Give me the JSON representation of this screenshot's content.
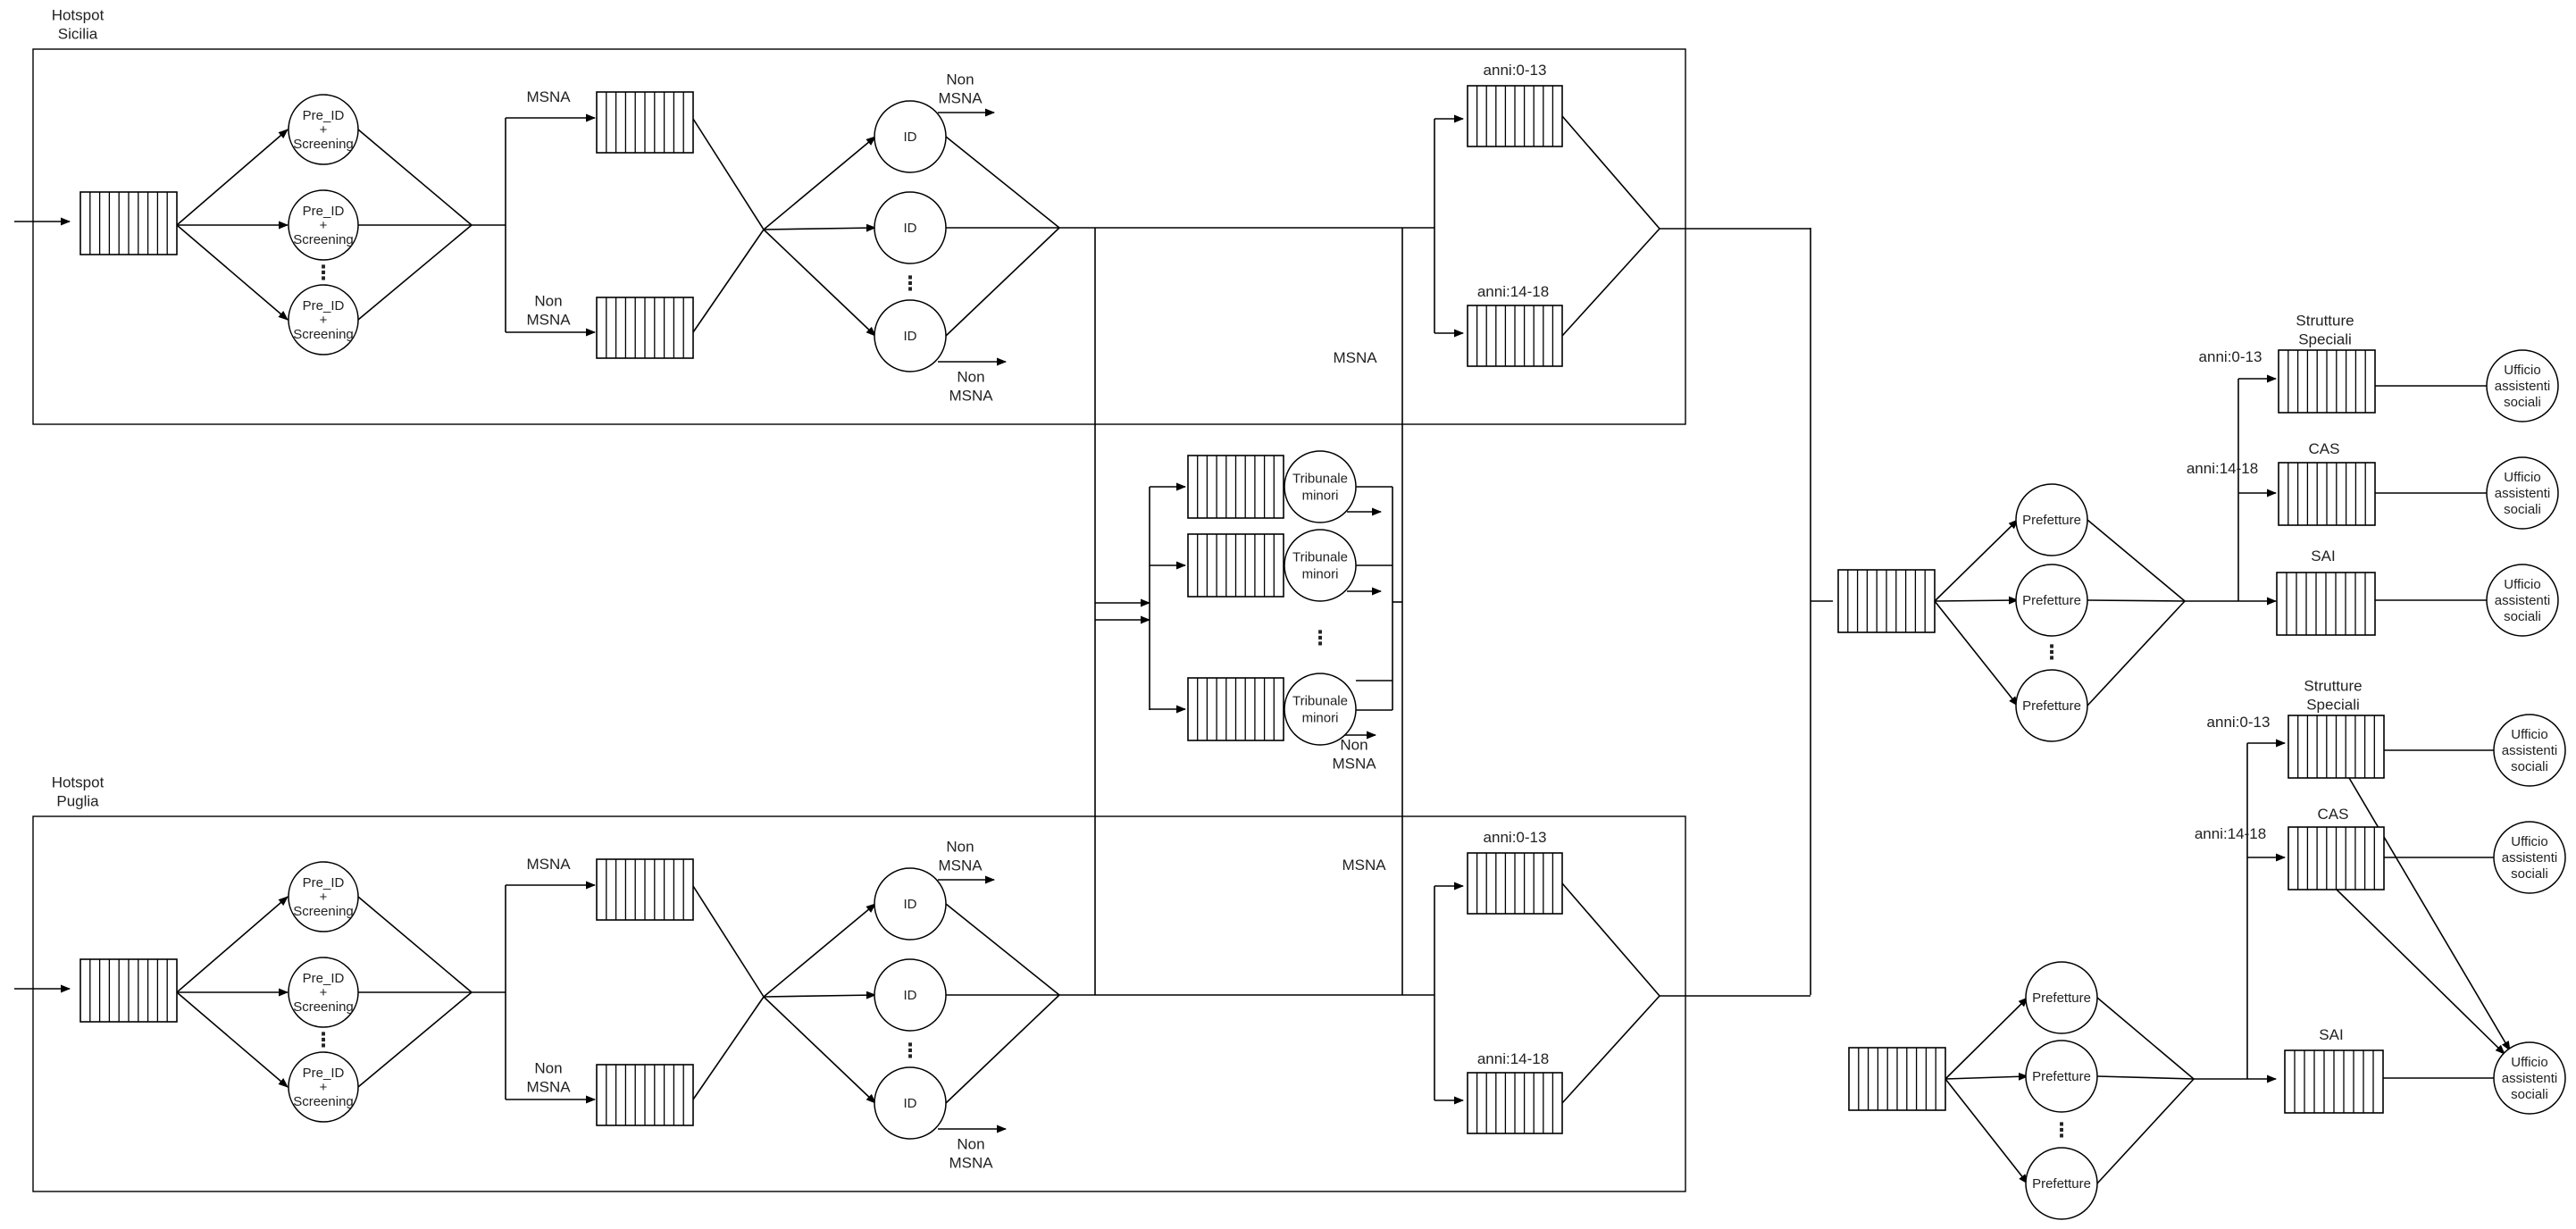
{
  "regions": [
    {
      "id": "sicilia",
      "label": [
        "Hotspot",
        "Sicilia"
      ]
    },
    {
      "id": "puglia",
      "label": [
        "Hotspot",
        "Puglia"
      ]
    }
  ],
  "node_labels": {
    "pre_id": [
      "Pre_ID",
      "+",
      "Screening"
    ],
    "id": [
      "ID"
    ],
    "tribunale": [
      "Tribunale",
      "minori"
    ],
    "prefetture": [
      "Prefetture"
    ],
    "ufficio": [
      "Ufficio",
      "assistenti",
      "sociali"
    ]
  },
  "edge_labels": {
    "msna": "MSNA",
    "non_msna": [
      "Non",
      "MSNA"
    ],
    "anni_0_13": "anni:0-13",
    "anni_14_18": "anni:14-18",
    "strutture_speciali": [
      "Strutture",
      "Speciali"
    ],
    "cas": "CAS",
    "sai": "SAI"
  },
  "ellipsis": "⋮"
}
